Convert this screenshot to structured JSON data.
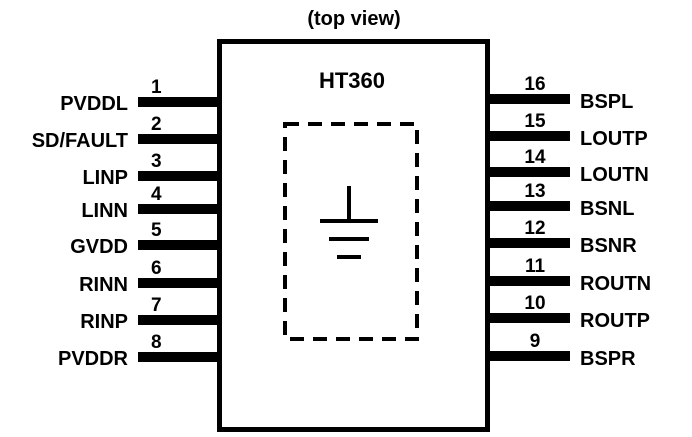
{
  "title": "(top view)",
  "chip_name": "HT360",
  "ground_symbol": "ground-icon",
  "left_pins": [
    {
      "number": "1",
      "name": "PVDDL"
    },
    {
      "number": "2",
      "name": "SD/FAULT"
    },
    {
      "number": "3",
      "name": "LINP"
    },
    {
      "number": "4",
      "name": "LINN"
    },
    {
      "number": "5",
      "name": "GVDD"
    },
    {
      "number": "6",
      "name": "RINN"
    },
    {
      "number": "7",
      "name": "RINP"
    },
    {
      "number": "8",
      "name": "PVDDR"
    }
  ],
  "right_pins": [
    {
      "number": "16",
      "name": "BSPL"
    },
    {
      "number": "15",
      "name": "LOUTP"
    },
    {
      "number": "14",
      "name": "LOUTN"
    },
    {
      "number": "13",
      "name": "BSNL"
    },
    {
      "number": "12",
      "name": "BSNR"
    },
    {
      "number": "11",
      "name": "ROUTN"
    },
    {
      "number": "10",
      "name": "ROUTP"
    },
    {
      "number": "9",
      "name": "BSPR"
    }
  ]
}
